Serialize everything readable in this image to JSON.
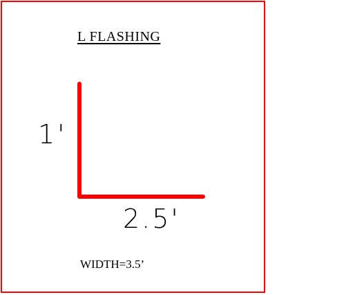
{
  "drawing": {
    "title": "L  FLASHING",
    "vertical_dimension": "1'",
    "horizontal_dimension": "2.5'",
    "width_note": "WIDTH=3.5’"
  },
  "colors": {
    "frame": "#ff0000",
    "flashing_profile": "#ff0000",
    "text": "#000000"
  }
}
